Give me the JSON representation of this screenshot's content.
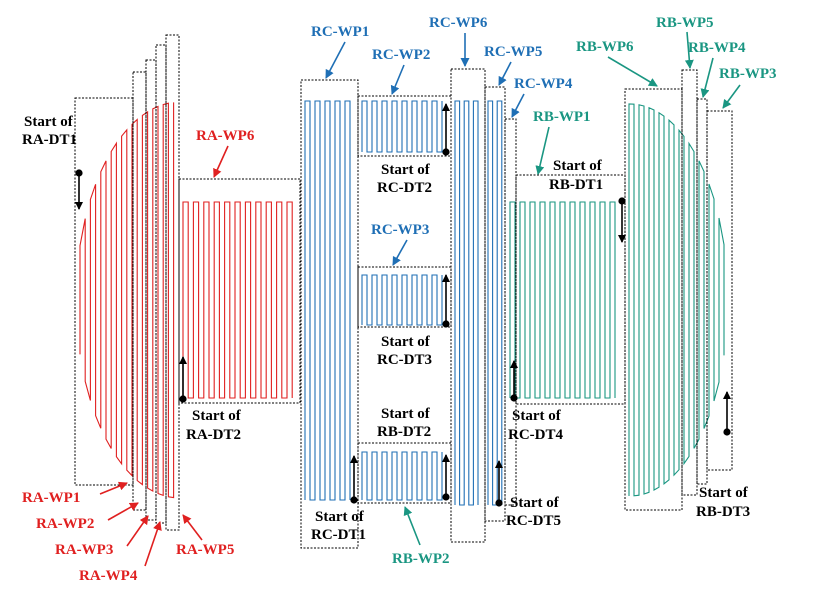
{
  "colors": {
    "ra": "#e02020",
    "rc": "#1f6fb5",
    "rb": "#1a9682",
    "box": "#000000",
    "marker": "#000000"
  },
  "labels": {
    "ra_wp1": "RA-WP1",
    "ra_wp2": "RA-WP2",
    "ra_wp3": "RA-WP3",
    "ra_wp4": "RA-WP4",
    "ra_wp5": "RA-WP5",
    "ra_wp6": "RA-WP6",
    "rc_wp1": "RC-WP1",
    "rc_wp2": "RC-WP2",
    "rc_wp3": "RC-WP3",
    "rc_wp4": "RC-WP4",
    "rc_wp5": "RC-WP5",
    "rc_wp6": "RC-WP6",
    "rb_wp1": "RB-WP1",
    "rb_wp2": "RB-WP2",
    "rb_wp3": "RB-WP3",
    "rb_wp4": "RB-WP4",
    "rb_wp5": "RB-WP5",
    "rb_wp6": "RB-WP6",
    "start_of": "Start of",
    "ra_dt1": "RA-DT1",
    "ra_dt2": "RA-DT2",
    "rc_dt1": "RC-DT1",
    "rc_dt2": "RC-DT2",
    "rc_dt3": "RC-DT3",
    "rc_dt4": "RC-DT4",
    "rc_dt5": "RC-DT5",
    "rb_dt1": "RB-DT1",
    "rb_dt2": "RB-DT2",
    "rb_dt3": "RB-DT3"
  }
}
